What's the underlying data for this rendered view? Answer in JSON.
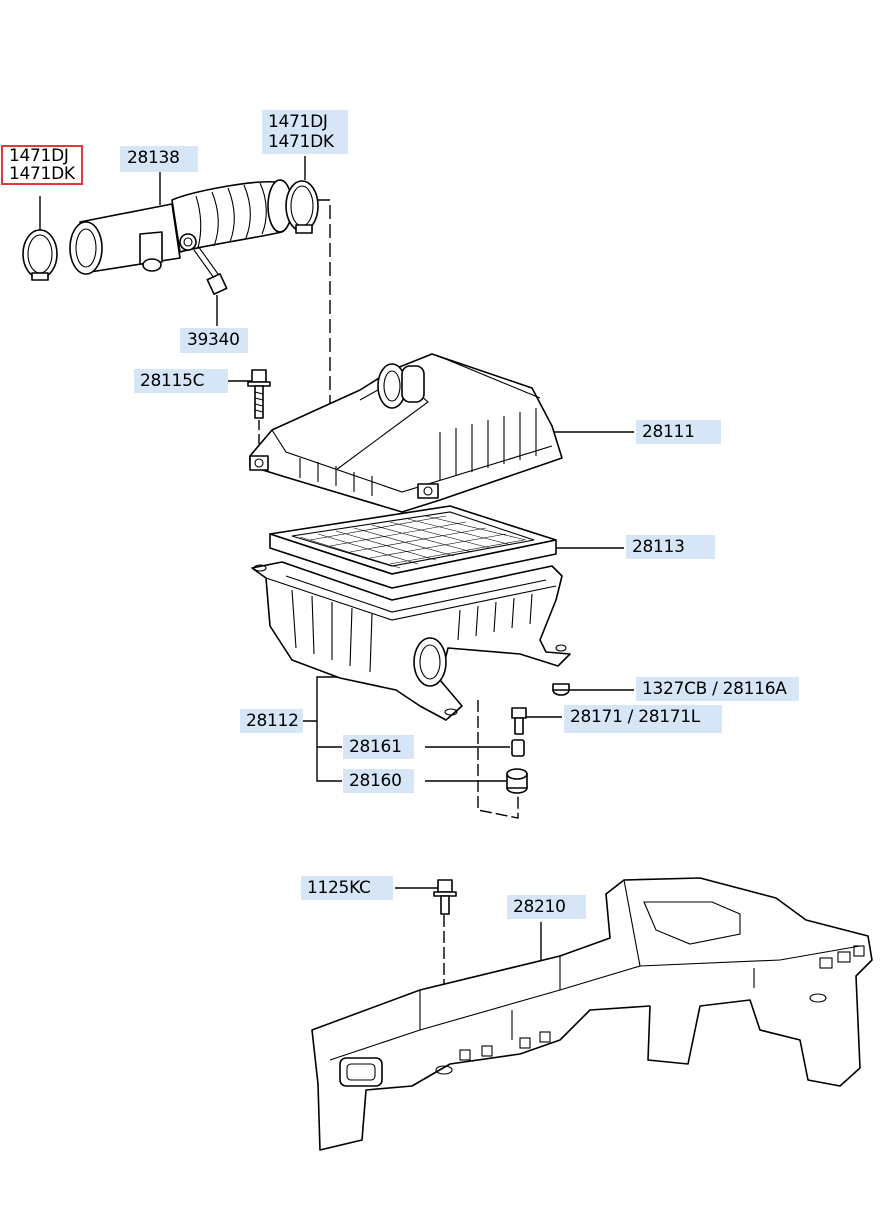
{
  "callouts": {
    "c1471_left": {
      "line1": "1471DJ",
      "line2": "1471DK"
    },
    "c28138": "28138",
    "c1471_top": {
      "line1": "1471DJ",
      "line2": "1471DK"
    },
    "c39340": "39340",
    "c28115C": "28115C",
    "c28111": "28111",
    "c28113": "28113",
    "c28112": "28112",
    "c1327CB": "1327CB / 28116A",
    "c28171": "28171 / 28171L",
    "c28161": "28161",
    "c28160": "28160",
    "c1125KC": "1125KC",
    "c28210": "28210"
  },
  "colors": {
    "callout_bg": "#d6e6f7",
    "selected_outline": "#e23a3a"
  }
}
